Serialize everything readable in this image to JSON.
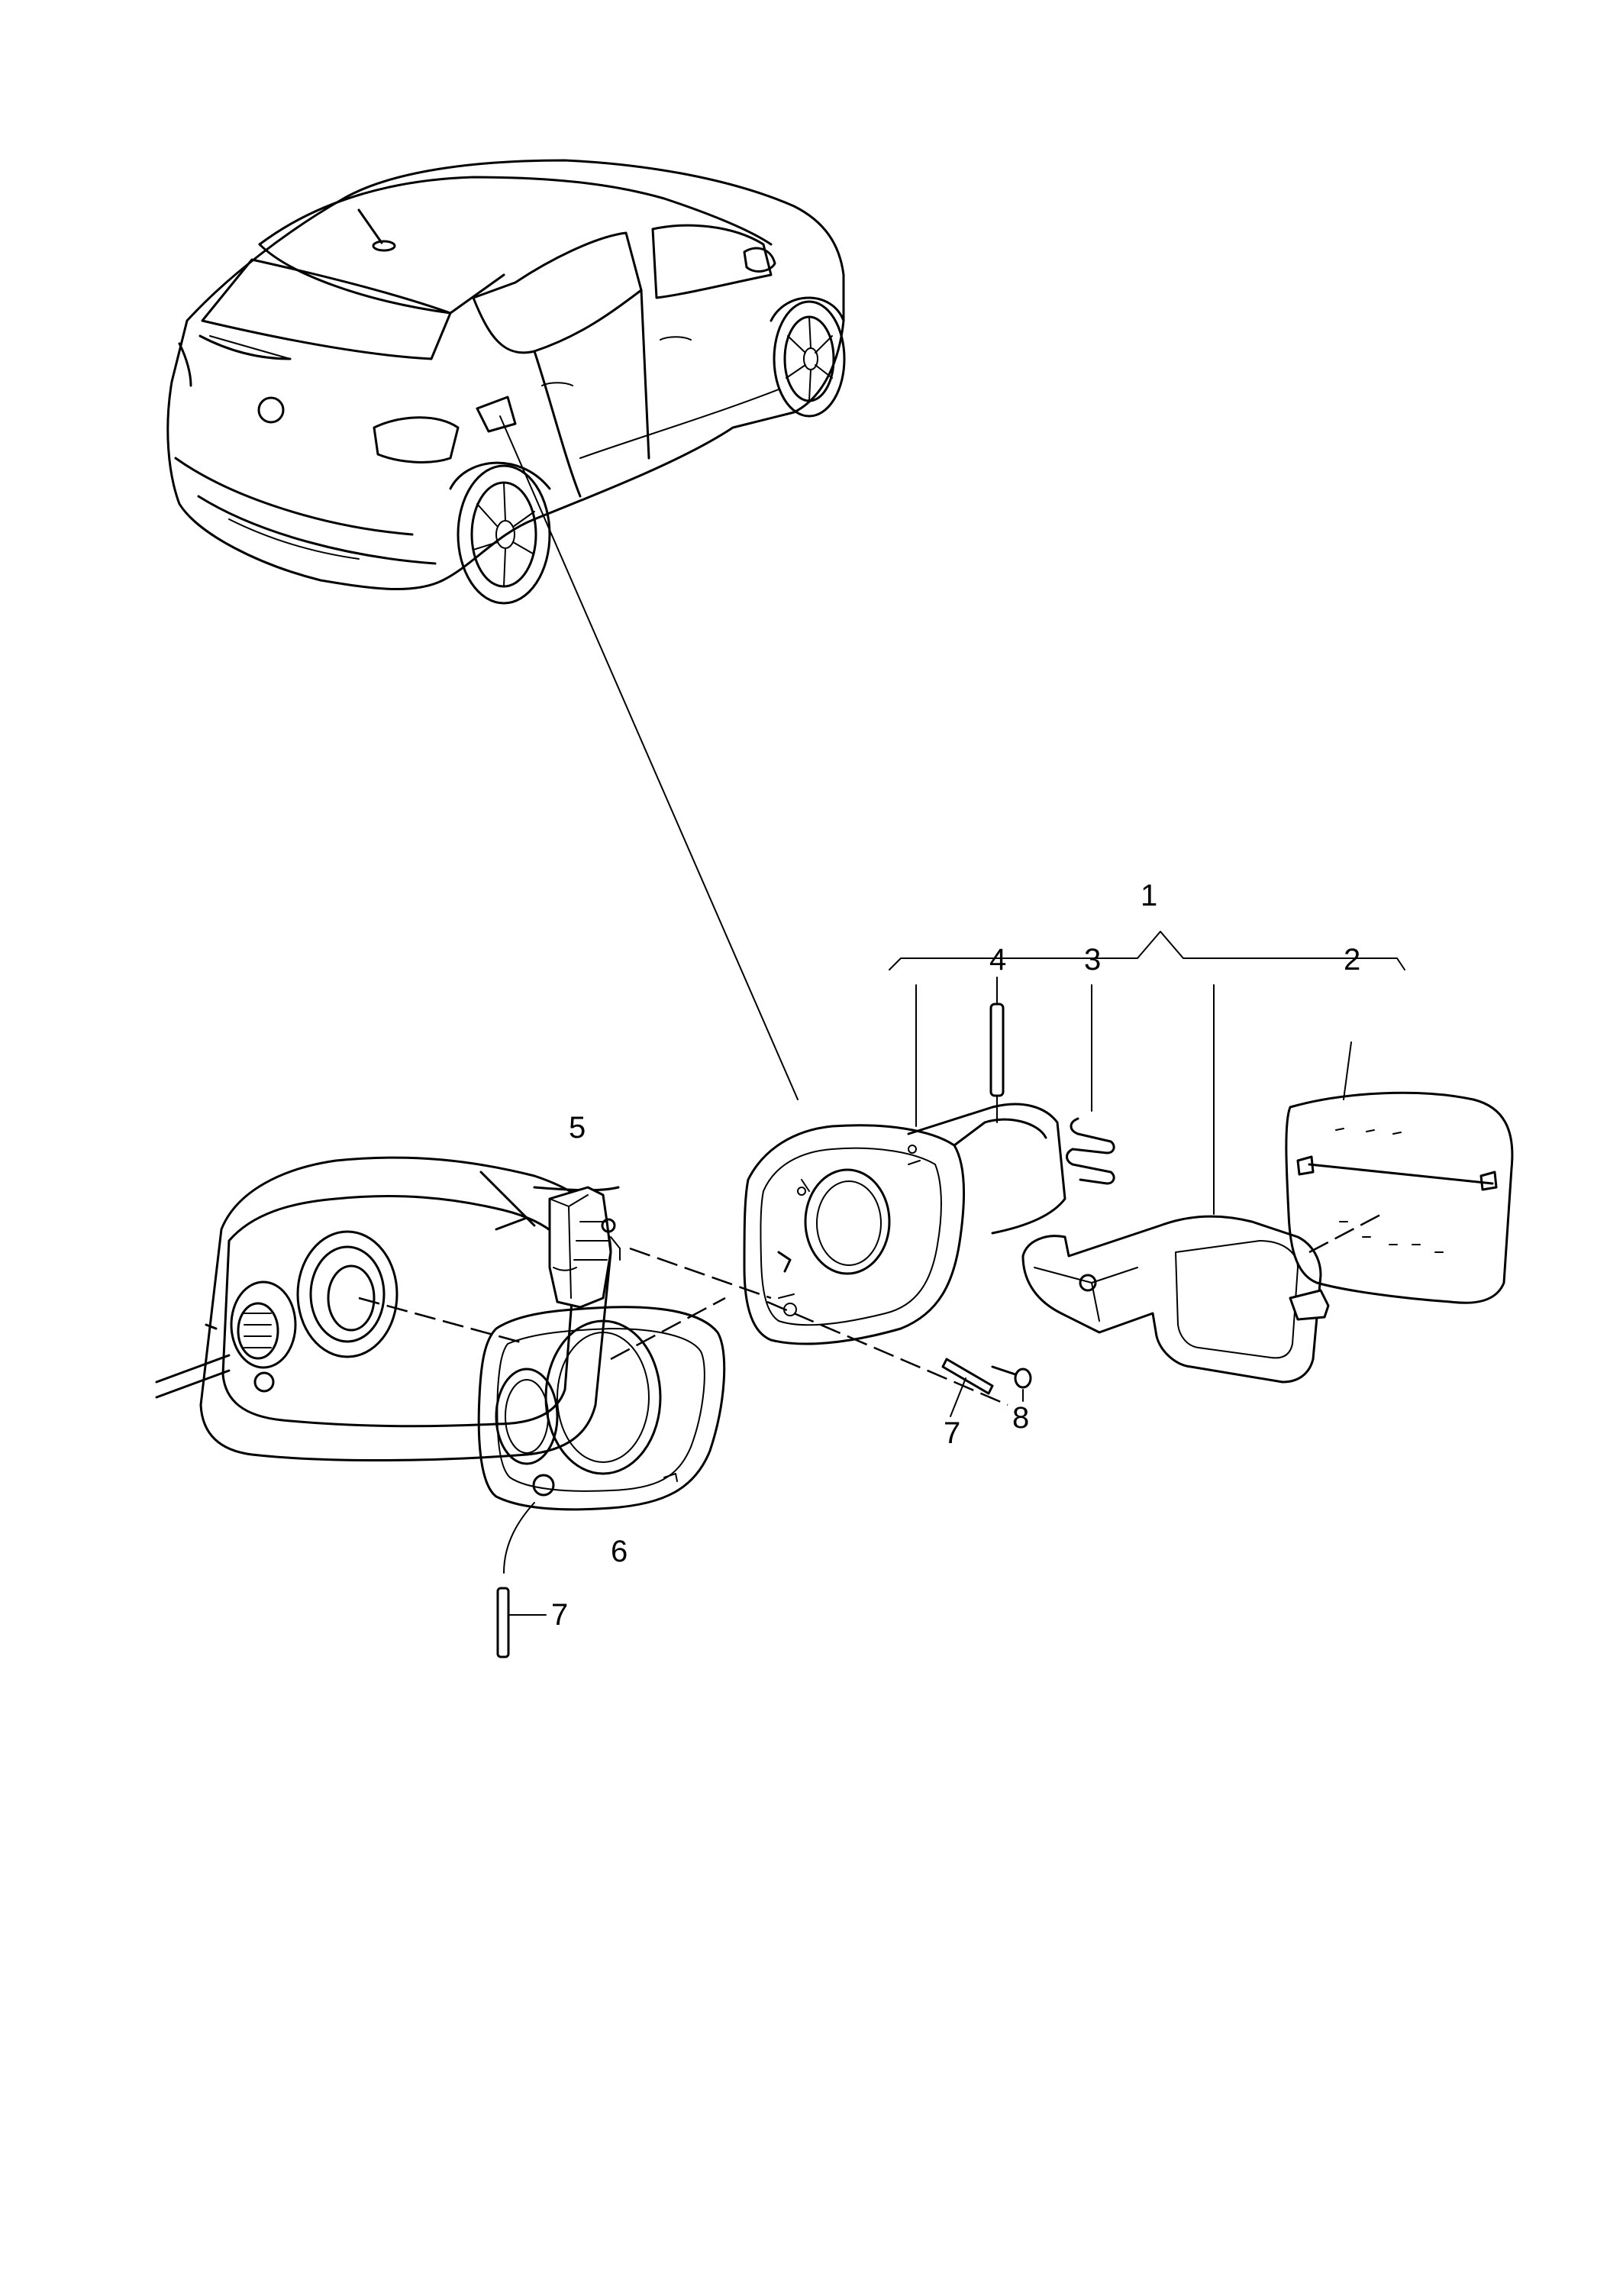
{
  "callouts": {
    "c1": "1",
    "c2": "2",
    "c3": "3",
    "c4": "4",
    "c5": "5",
    "c6": "6",
    "c7a": "7",
    "c7b": "7",
    "c8": "8"
  },
  "icons": [
    "vehicle-hatchback-rear-view",
    "fuel-filler-housing",
    "filler-flap",
    "flap-hinge",
    "spring",
    "pin",
    "actuator",
    "seal",
    "screw"
  ]
}
